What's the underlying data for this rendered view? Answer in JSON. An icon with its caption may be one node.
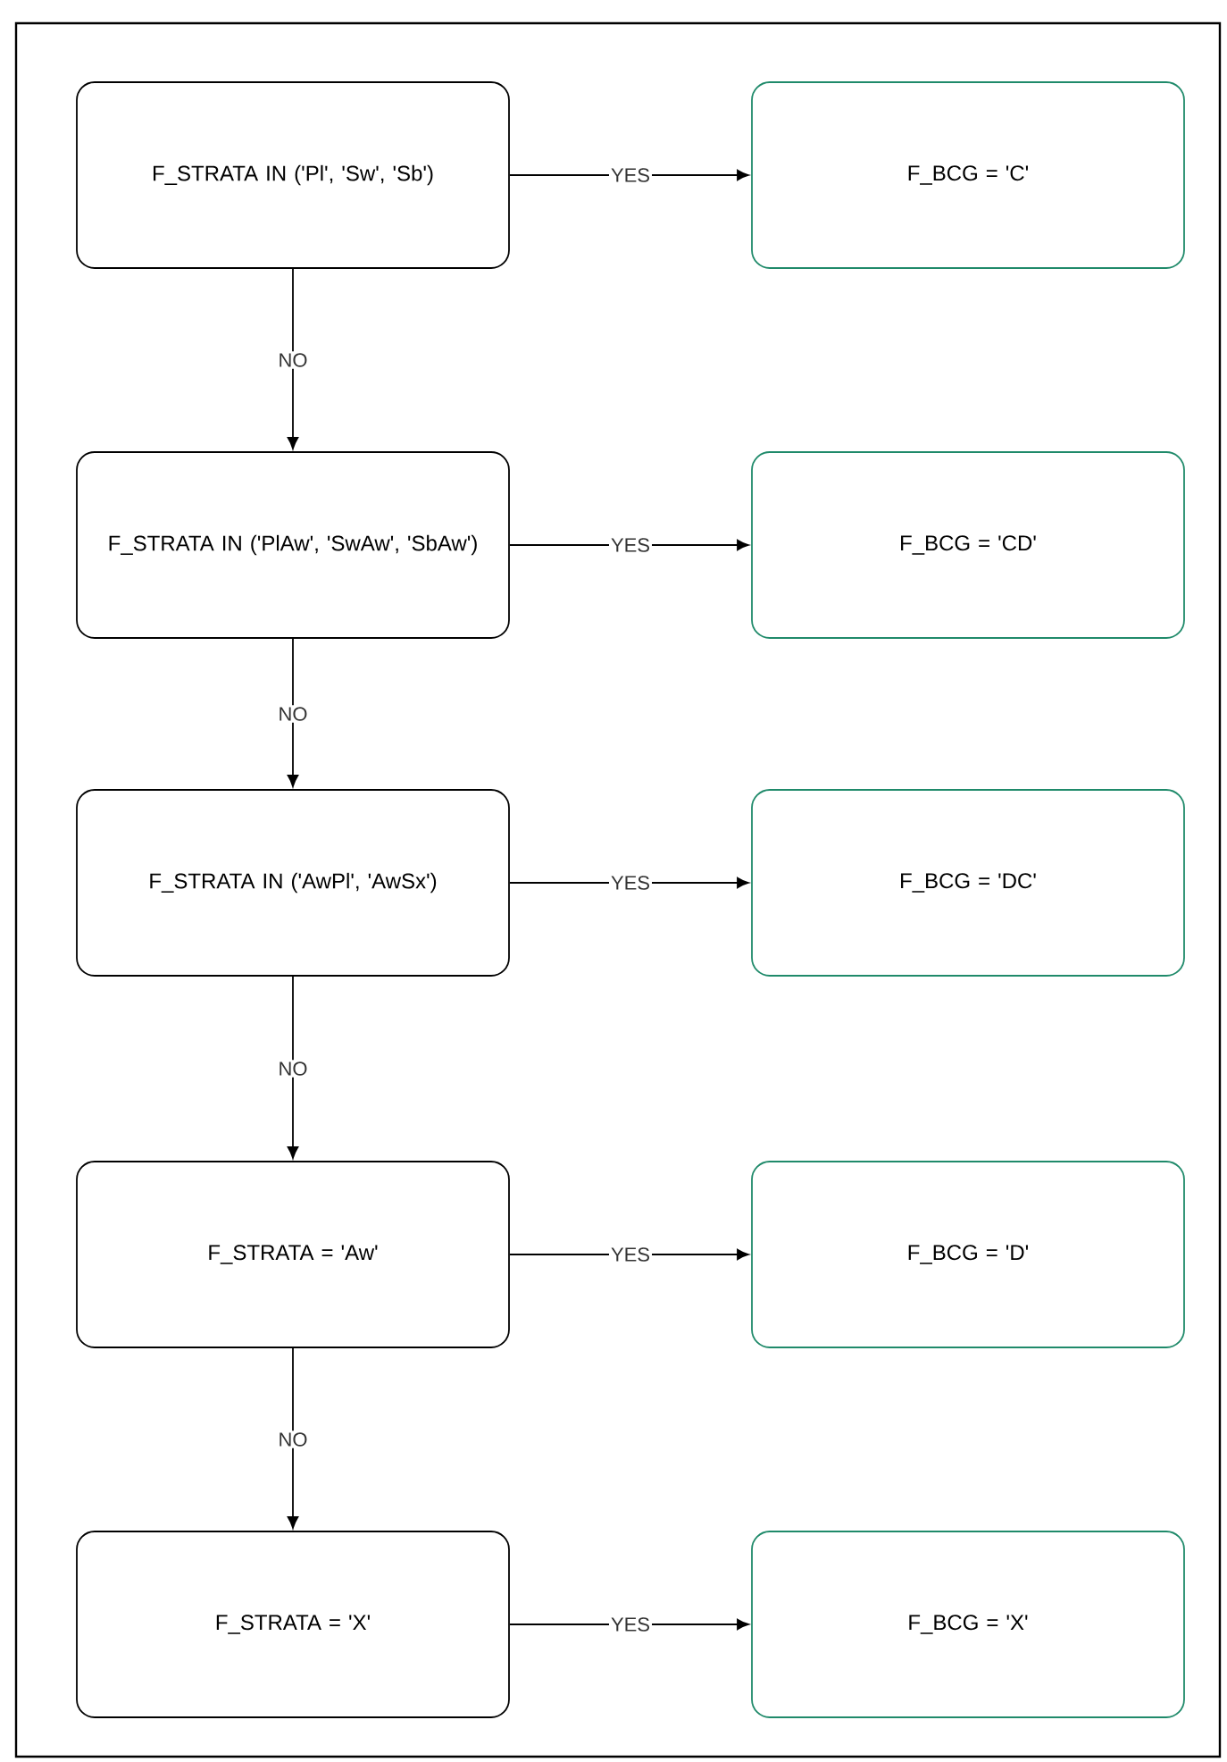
{
  "diagram": {
    "nodes": [
      {
        "text": [
          "F_STRATA IN ('Pl', 'Sw', 'Sb')"
        ]
      },
      {
        "text": [
          "F_BCG = 'C'"
        ]
      },
      {
        "text": [
          "F_STRATA IN ('PlAw', 'SwAw', 'SbAw')"
        ]
      },
      {
        "text": [
          "F_BCG = 'CD'"
        ]
      },
      {
        "text": [
          "F_STRATA IN ('AwPl', 'AwSx')"
        ]
      },
      {
        "text": [
          "F_BCG = 'DC'"
        ]
      },
      {
        "text": [
          "F_STRATA = 'Aw'"
        ]
      },
      {
        "text": [
          "F_BCG = 'D'"
        ]
      },
      {
        "text": [
          "F_STRATA = 'X'"
        ]
      },
      {
        "text": [
          "F_BCG = 'X'"
        ]
      }
    ],
    "edges": [
      {
        "from": 0,
        "to": 1,
        "arrow": "to",
        "label": "YES"
      },
      {
        "from": 0,
        "to": 2,
        "arrow": "to",
        "label": "NO"
      },
      {
        "from": 2,
        "to": 3,
        "arrow": "to",
        "label": "YES"
      },
      {
        "from": 2,
        "to": 4,
        "arrow": "to",
        "label": "NO"
      },
      {
        "from": 4,
        "to": 5,
        "arrow": "to",
        "label": "YES"
      },
      {
        "from": 4,
        "to": 6,
        "arrow": "to",
        "label": "NO"
      },
      {
        "from": 6,
        "to": 7,
        "arrow": "to",
        "label": "YES"
      },
      {
        "from": 6,
        "to": 8,
        "arrow": "to",
        "label": "NO"
      },
      {
        "from": 8,
        "to": 9,
        "arrow": "to",
        "label": "YES"
      }
    ]
  }
}
